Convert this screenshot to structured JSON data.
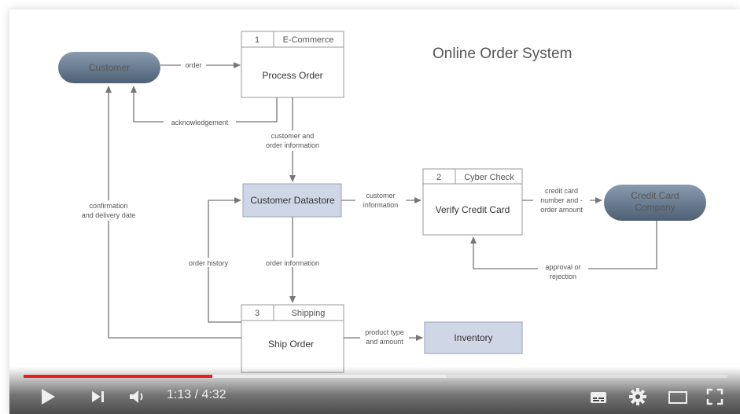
{
  "diagram": {
    "title": "Online Order System",
    "customer": "Customer",
    "credit_card_company_line1": "Credit Card",
    "credit_card_company_line2": "Company",
    "process": {
      "number": "1",
      "location": "E-Commerce",
      "label": "Process Order"
    },
    "verify": {
      "number": "2",
      "location": "Cyber Check",
      "label": "Verify Credit Card"
    },
    "ship": {
      "number": "3",
      "location": "Shipping",
      "label": "Ship Order"
    },
    "datastore": "Customer Datastore",
    "inventory": "Inventory",
    "flows": {
      "order": "order",
      "acknowledgement": "acknowledgement",
      "customer_and": "customer and",
      "order_information_1": "order information",
      "customer": "customer",
      "information": "information",
      "credit_card": "credit card",
      "number_and": "number and -",
      "order_amount": "order amount",
      "confirmation": "confirmation",
      "and_delivery_date": "and delivery date",
      "order_history": "order history",
      "order_information_2": "order information",
      "approval_or": "approval or",
      "rejection": "rejection",
      "product_type": "product type",
      "and_amount": "and amount"
    }
  },
  "player": {
    "time": "1:13 / 4:32",
    "progress_fraction": 0.268,
    "buffered_fraction": 0.6,
    "icons": [
      "play-icon",
      "next-icon",
      "volume-icon",
      "subtitles-icon",
      "settings-icon",
      "theater-icon",
      "fullscreen-icon"
    ]
  },
  "colors": {
    "terminator_fill": "#5e7286",
    "datastore_fill": "#cfd6e6",
    "progress": "#e62117"
  }
}
